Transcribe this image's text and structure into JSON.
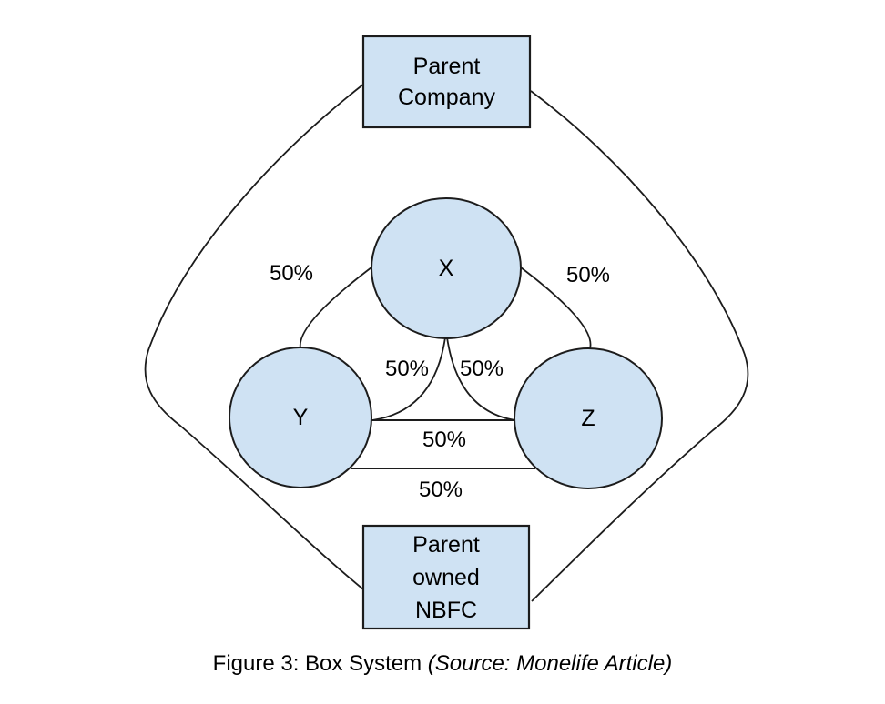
{
  "colors": {
    "node_fill": "#cfe2f3",
    "node_stroke": "#1c1c1c",
    "line": "#1c1c1c",
    "background": "#ffffff",
    "text": "#000000"
  },
  "nodes": {
    "parent_company": {
      "lines": [
        "Parent",
        "Company"
      ]
    },
    "x": {
      "label": "X"
    },
    "y": {
      "label": "Y"
    },
    "z": {
      "label": "Z"
    },
    "parent_owned_nbfc": {
      "lines": [
        "Parent",
        "owned",
        "NBFC"
      ]
    }
  },
  "edge_labels": {
    "x_y_upper": "50%",
    "x_z_upper": "50%",
    "x_y_inner": "50%",
    "x_z_inner": "50%",
    "y_z_middle": "50%",
    "y_z_lower": "50%"
  },
  "caption": {
    "prefix": "Figure 3: Box System ",
    "source": "(Source: Monelife Article)"
  }
}
